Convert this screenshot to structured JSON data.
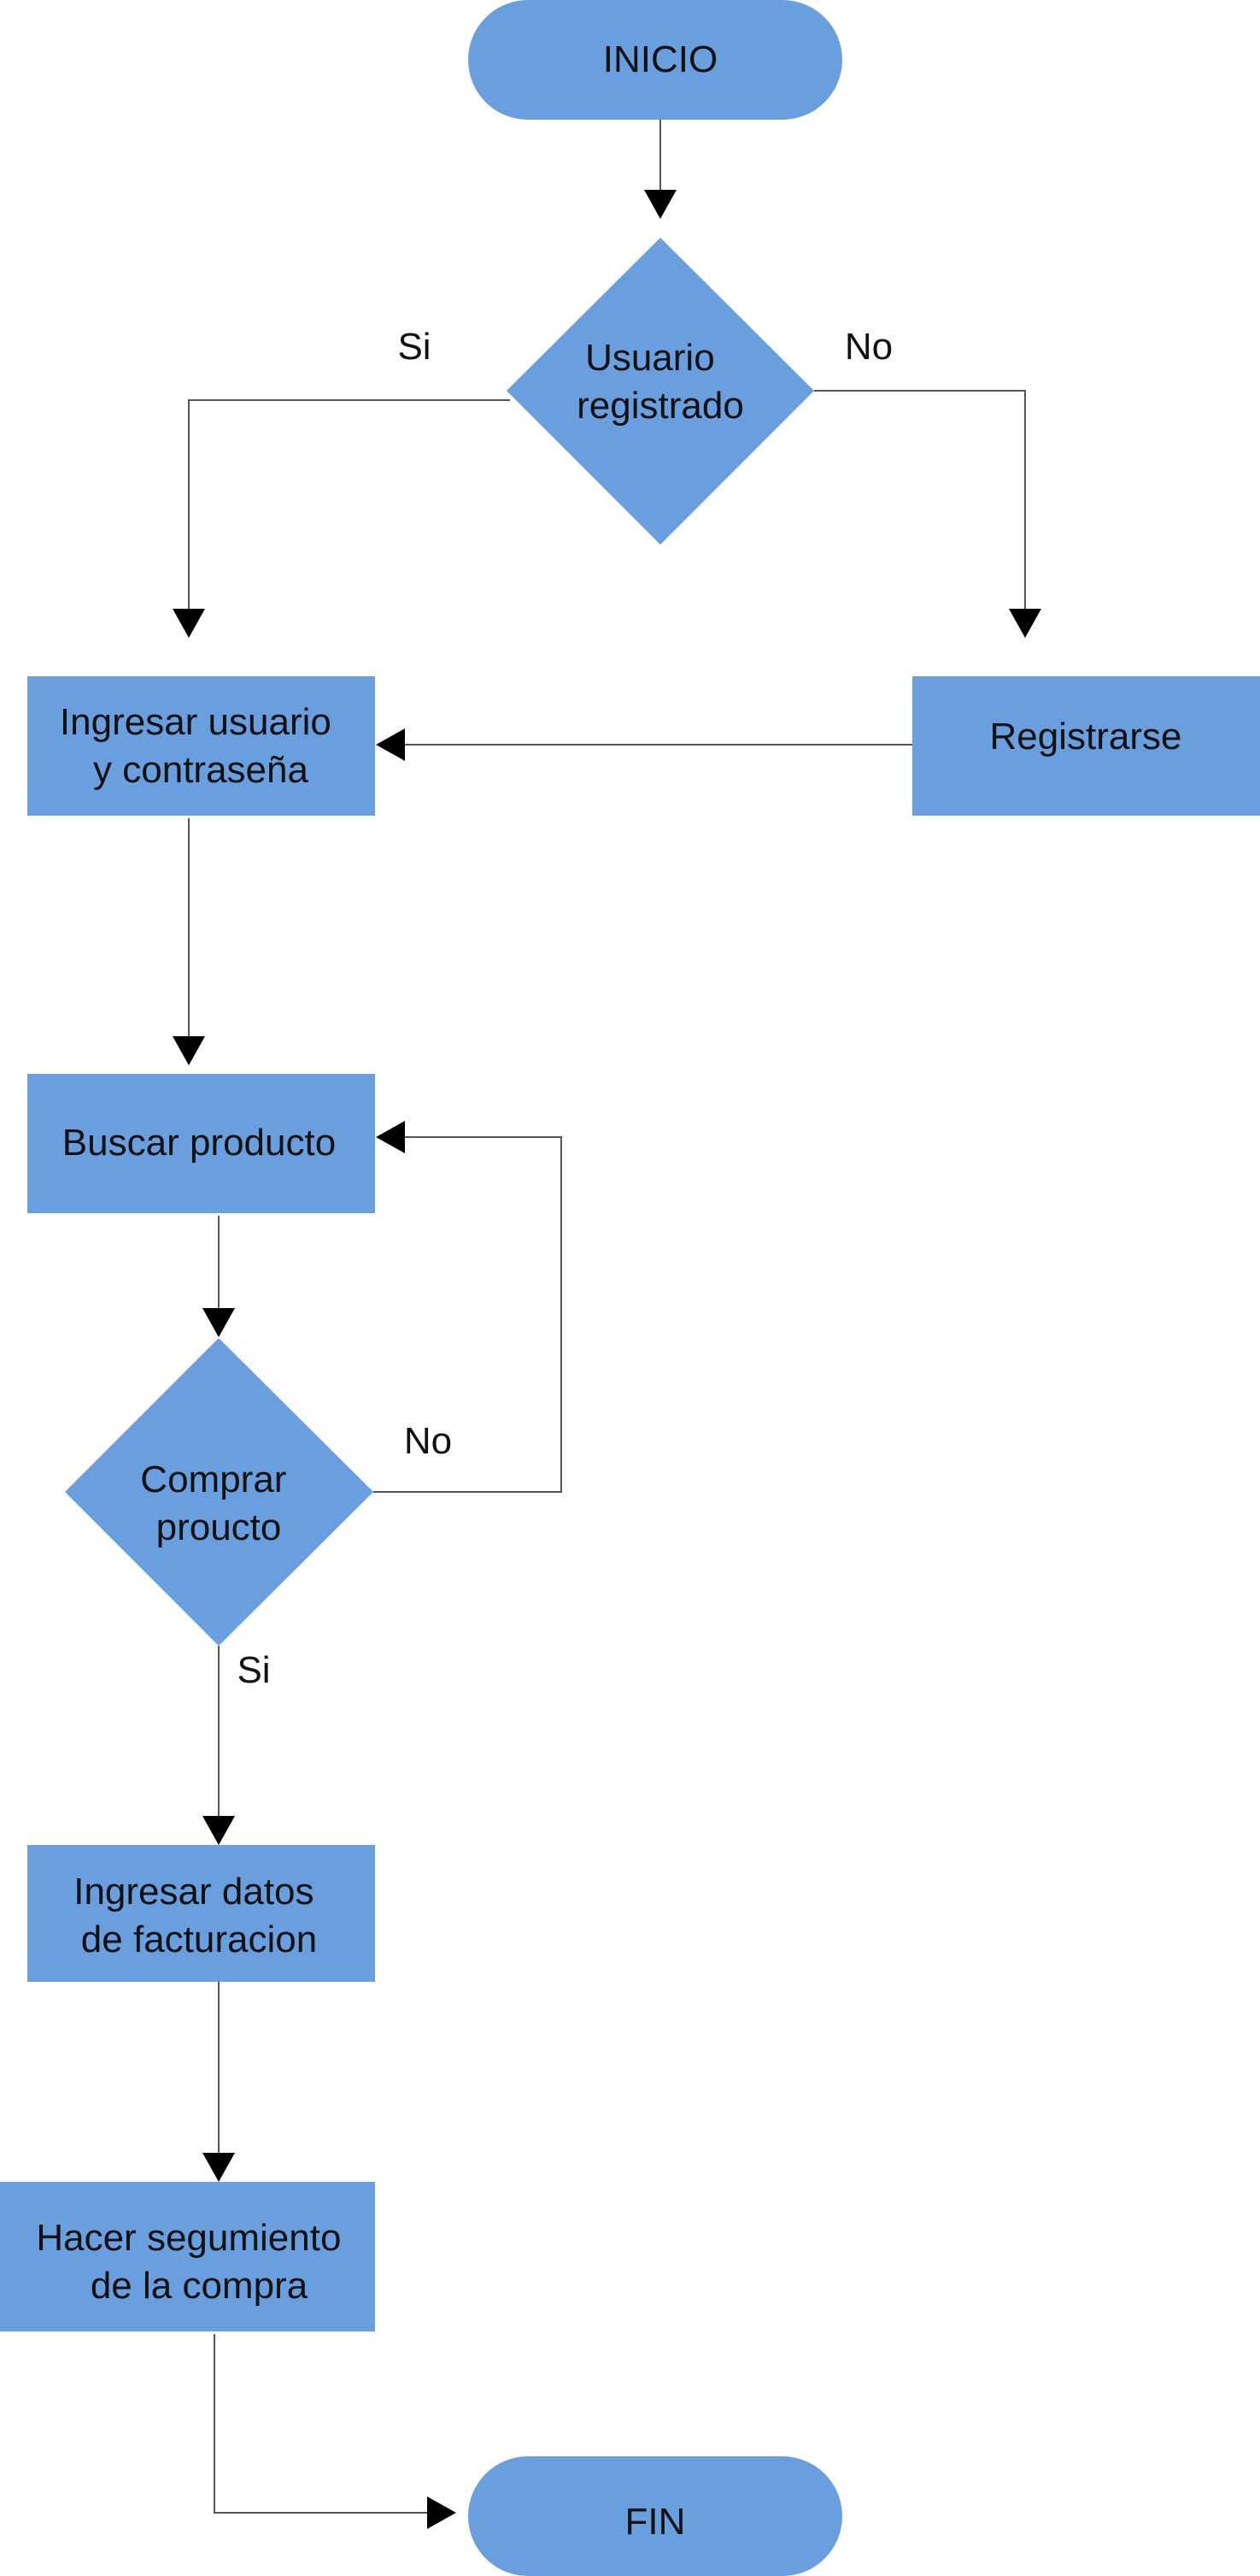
{
  "diagram": {
    "fill_color": "#6a9fdf",
    "line_color": "#555555",
    "nodes": {
      "inicio": {
        "lines": [
          "INICIO"
        ]
      },
      "usuario_registrado": {
        "lines": [
          "Usuario",
          "registrado"
        ]
      },
      "ingresar_usuario": {
        "lines": [
          "Ingresar usuario",
          "y contraseña"
        ]
      },
      "registrarse": {
        "lines": [
          "Registrarse"
        ]
      },
      "buscar_producto": {
        "lines": [
          "Buscar producto"
        ]
      },
      "comprar_producto": {
        "lines": [
          "Comprar",
          "proucto"
        ]
      },
      "ingresar_datos": {
        "lines": [
          "Ingresar datos",
          "de facturacion"
        ]
      },
      "hacer_seguimiento": {
        "lines": [
          "Hacer segumiento",
          "de la compra"
        ]
      },
      "fin": {
        "lines": [
          "FIN"
        ]
      }
    },
    "edge_labels": {
      "registrado_si": "Si",
      "registrado_no": "No",
      "comprar_no": "No",
      "comprar_si": "Si"
    }
  }
}
